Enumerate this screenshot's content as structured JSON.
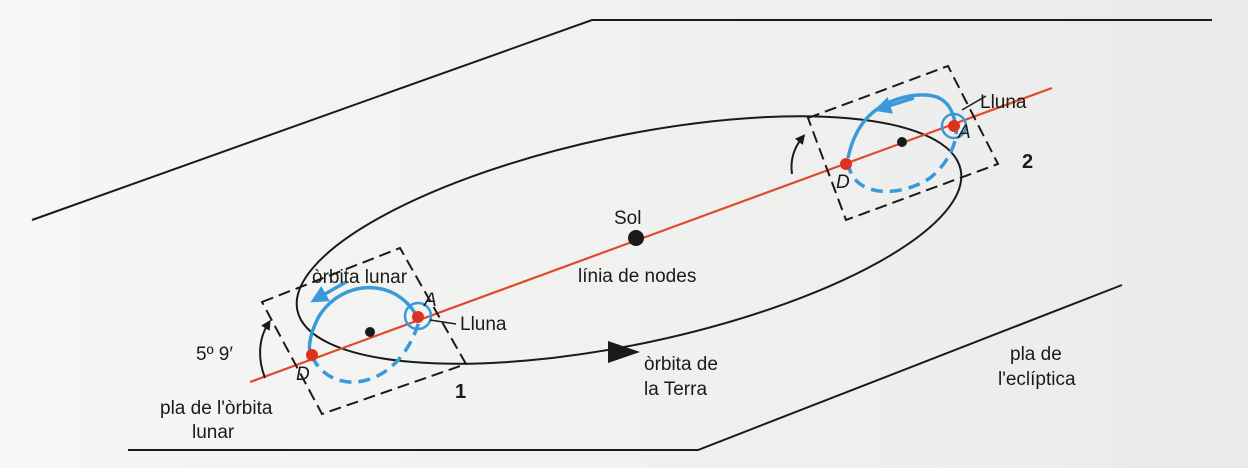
{
  "labels": {
    "sun": "Sol",
    "line_of_nodes": "línia de nodes",
    "earth_orbit_line1": "òrbita de",
    "earth_orbit_line2": "la Terra",
    "ecliptic_plane_line1": "pla de",
    "ecliptic_plane_line2": "l'eclíptica",
    "lunar_orbit": "òrbita lunar",
    "moon_1": "Lluna",
    "moon_2": "Lluna",
    "angle": "5º 9′",
    "lunar_plane_line1": "pla de l'òrbita",
    "lunar_plane_line2": "lunar",
    "node_A_1": "A",
    "node_D_1": "D",
    "node_A_2": "A",
    "node_D_2": "D",
    "position_1": "1",
    "position_2": "2"
  },
  "colors": {
    "line_of_nodes": "#e2482e",
    "lunar_orbit": "#3a9ad9",
    "node": "#e03020",
    "ink": "#1a1a1a"
  }
}
